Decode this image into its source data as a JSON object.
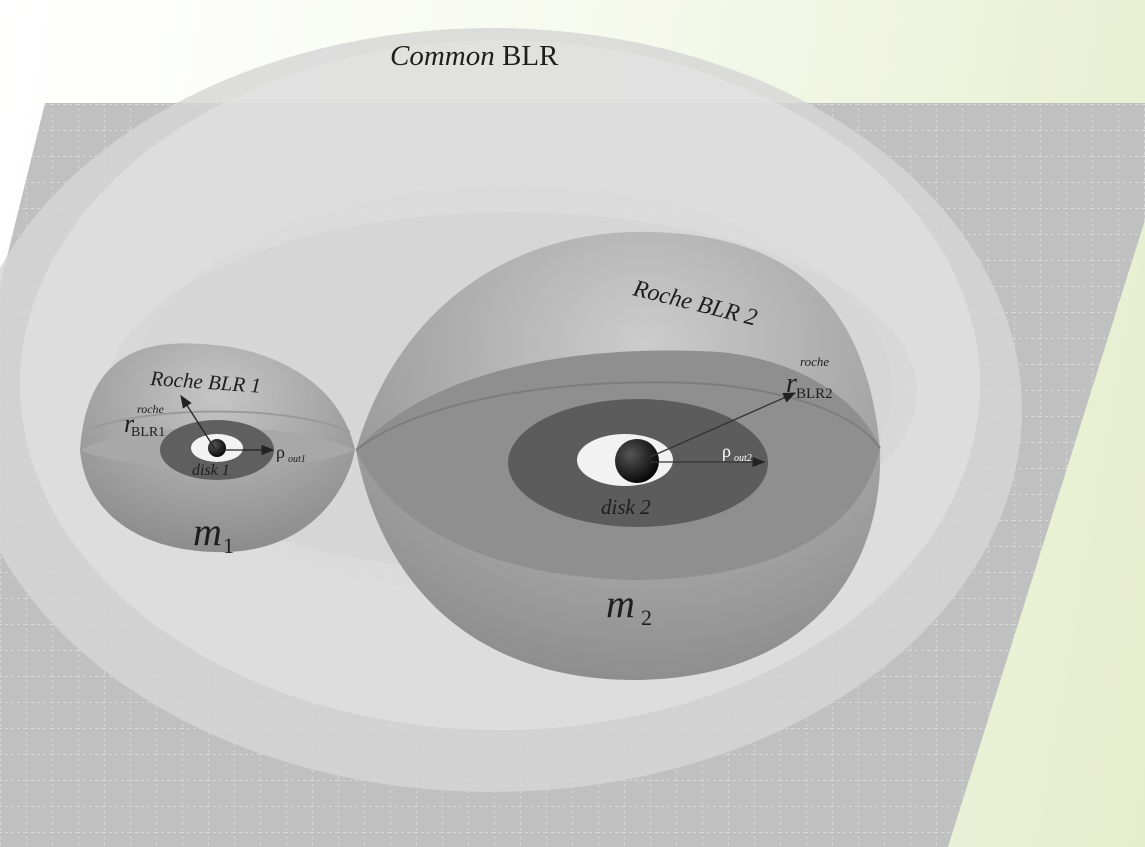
{
  "labels": {
    "common_blr_italic": "Common",
    "common_blr_rest": "BLR",
    "roche_blr_1": "Roche BLR 1",
    "roche_blr_2": "Roche BLR 2",
    "r_symbol": "r",
    "r1_superscript": "roche",
    "r1_subscript": "BLR1",
    "r2_superscript": "roche",
    "r2_subscript": "BLR2",
    "rho_symbol": "ρ",
    "rho1_subscript": "out1",
    "rho2_subscript": "out2",
    "disk_1": "disk 1",
    "disk_2": "disk 2",
    "m_symbol": "m",
    "m1_subscript": "1",
    "m2_subscript": "2"
  },
  "colors": {
    "background_white": "#ffffff",
    "background_green": "#e6edcc",
    "plane": "#bfbfbf",
    "grid_line": "#ffffff",
    "common_blr_shell": "#e2e2e2",
    "roche_lobe_light": "#bdbdbd",
    "roche_lobe_dark": "#8e8e8e",
    "disk_outer": "#5e5e5e",
    "disk_inner": "#f4f4f4",
    "black_hole": "#111111",
    "label_text": "#1e1e1e"
  }
}
